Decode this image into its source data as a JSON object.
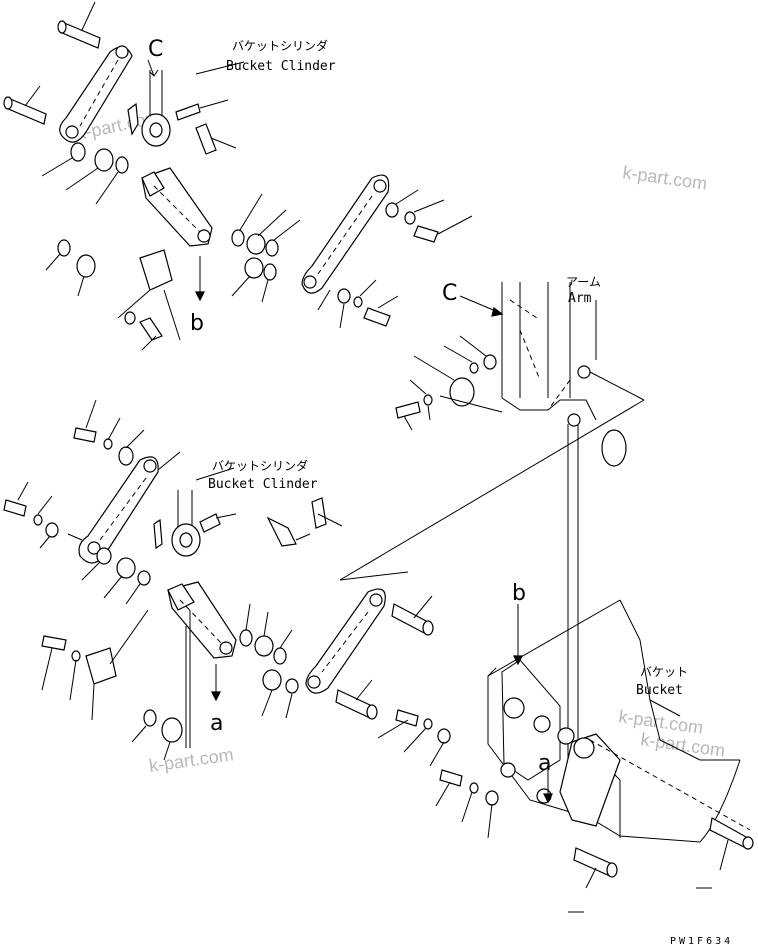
{
  "labels": {
    "bucket_cylinder_top_jp": "バケットシリンダ",
    "bucket_cylinder_top_en": "Bucket Clinder",
    "bucket_cylinder_mid_jp": "バケットシリンダ",
    "bucket_cylinder_mid_en": "Bucket Clinder",
    "arm_jp": "アーム",
    "arm_en": "Arm",
    "bucket_jp": "バケット",
    "bucket_en": "Bucket"
  },
  "letters": {
    "c_top": "C",
    "c_arm": "C",
    "b_top": "b",
    "b_bucket": "b",
    "a_mid": "a",
    "a_bucket": "a"
  },
  "watermarks": [
    "k-part.com",
    "k-part.com",
    "k-part.com",
    "k-part.com",
    "k-part.com"
  ],
  "drawing_code": "PW1F634"
}
